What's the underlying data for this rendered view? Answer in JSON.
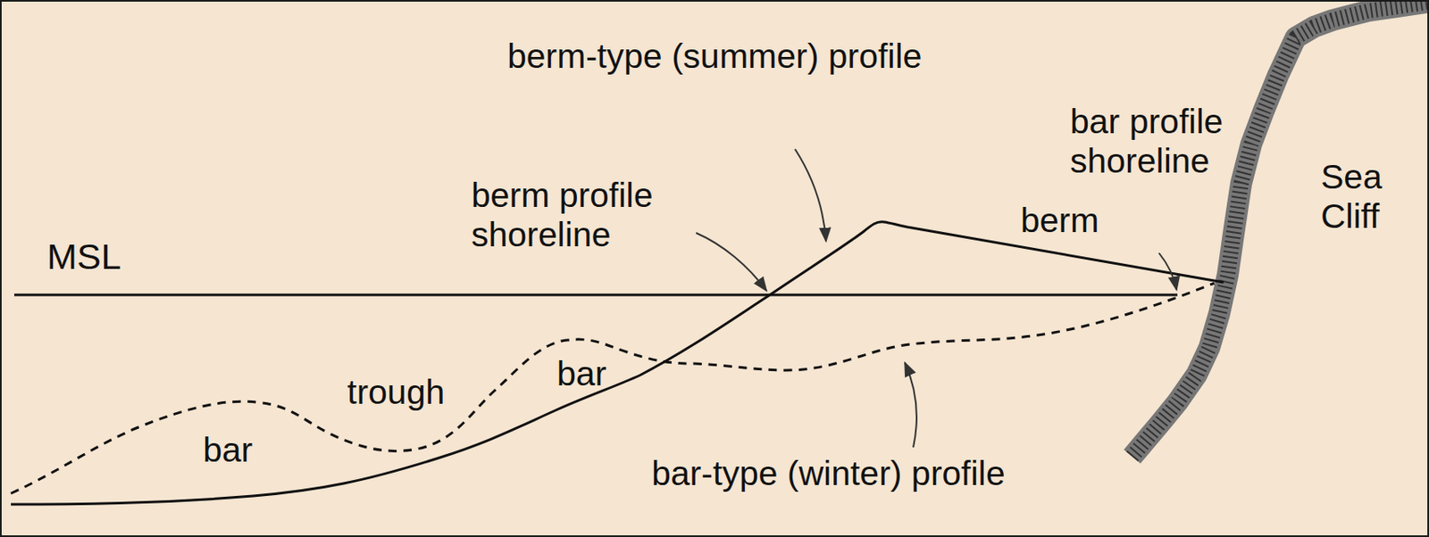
{
  "diagram": {
    "labels": [
      "berm-type (summer) profile",
      "bar profile shoreline",
      "Sea Cliff",
      "berm profile shoreline",
      "berm",
      "MSL",
      "bar",
      "trough",
      "bar",
      "bar-type (winter) profile"
    ]
  }
}
